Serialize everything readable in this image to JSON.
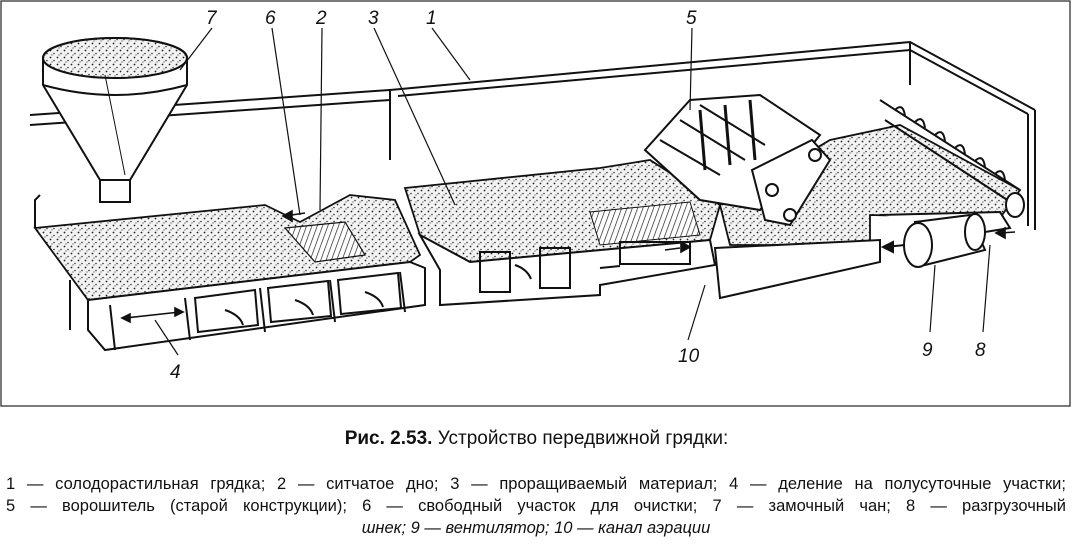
{
  "figure": {
    "callouts": [
      "1",
      "2",
      "3",
      "4",
      "5",
      "6",
      "7",
      "8",
      "9",
      "10"
    ]
  },
  "caption": {
    "label": "Рис. 2.53.",
    "title": "Устройство передвижной грядки:"
  },
  "legend": {
    "line1": "1 — солодорастильная грядка; 2 — ситчатое дно; 3 — проращиваемый материал; 4 — деление на полусуточные участки;",
    "line2": "5 — ворошитель (старой конструкции); 6 — свободный участок для очистки; 7 — замочный чан; 8 — разгрузочный",
    "line3": "шнек; 9 — вентилятор; 10 — канал аэрации"
  }
}
